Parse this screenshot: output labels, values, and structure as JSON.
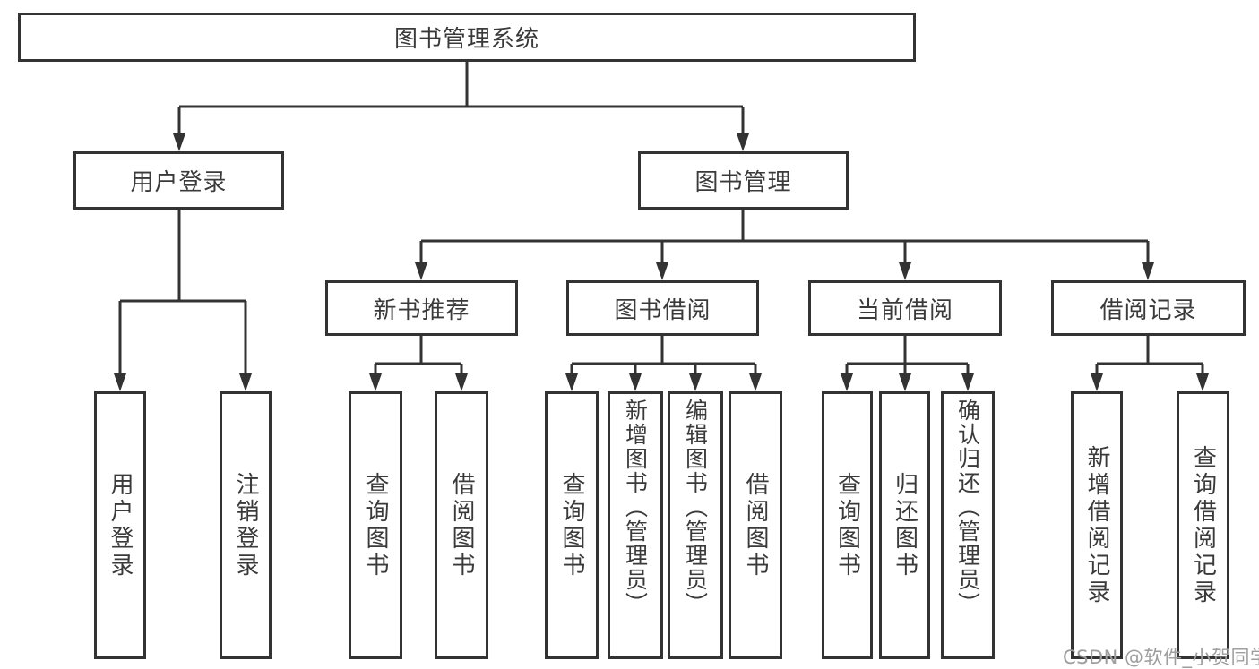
{
  "diagram": {
    "root": {
      "label": "图书管理系统"
    },
    "level2": [
      {
        "label": "用户登录"
      },
      {
        "label": "图书管理"
      }
    ],
    "level3": [
      {
        "label": "新书推荐"
      },
      {
        "label": "图书借阅"
      },
      {
        "label": "当前借阅"
      },
      {
        "label": "借阅记录"
      }
    ],
    "leaves": {
      "user_login": [
        "用户登录",
        "注销登录"
      ],
      "new_book": [
        "查询图书",
        "借阅图书"
      ],
      "book_borrow": [
        "查询图书",
        "新增图书（管理员）",
        "编辑图书（管理员）",
        "借阅图书"
      ],
      "current_borrow": [
        "查询图书",
        "归还图书",
        "确认归还（管理员）"
      ],
      "borrow_record": [
        "新增借阅记录",
        "查询借阅记录"
      ]
    }
  },
  "watermark": {
    "text": "CSDN @软件_小贺同学"
  },
  "colors": {
    "line": "#333333",
    "text": "#3a3a3a",
    "background": "#ffffff",
    "watermark": "#9e9e9e"
  }
}
